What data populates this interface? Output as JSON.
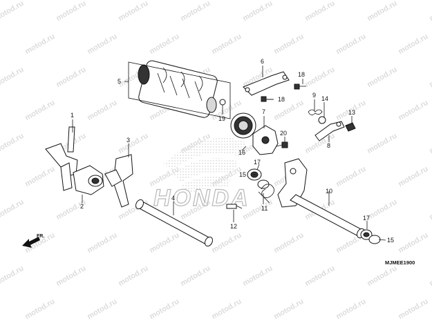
{
  "watermark": "motod.ru",
  "brand_text": "HONDA",
  "diagram_code": "MJMEE1900",
  "direction_label": "FR.",
  "callouts": [
    {
      "id": "1",
      "label": "1"
    },
    {
      "id": "2",
      "label": "2"
    },
    {
      "id": "3",
      "label": "3"
    },
    {
      "id": "4",
      "label": "4"
    },
    {
      "id": "5",
      "label": "5"
    },
    {
      "id": "6",
      "label": "6"
    },
    {
      "id": "7",
      "label": "7"
    },
    {
      "id": "8",
      "label": "8"
    },
    {
      "id": "9",
      "label": "9"
    },
    {
      "id": "10",
      "label": "10"
    },
    {
      "id": "11",
      "label": "11"
    },
    {
      "id": "12",
      "label": "12"
    },
    {
      "id": "13",
      "label": "13"
    },
    {
      "id": "14",
      "label": "14"
    },
    {
      "id": "15a",
      "label": "15"
    },
    {
      "id": "15b",
      "label": "15"
    },
    {
      "id": "16",
      "label": "16"
    },
    {
      "id": "17a",
      "label": "17"
    },
    {
      "id": "17b",
      "label": "17"
    },
    {
      "id": "18a",
      "label": "18"
    },
    {
      "id": "18b",
      "label": "18"
    },
    {
      "id": "19",
      "label": "19"
    },
    {
      "id": "20",
      "label": "20"
    }
  ]
}
